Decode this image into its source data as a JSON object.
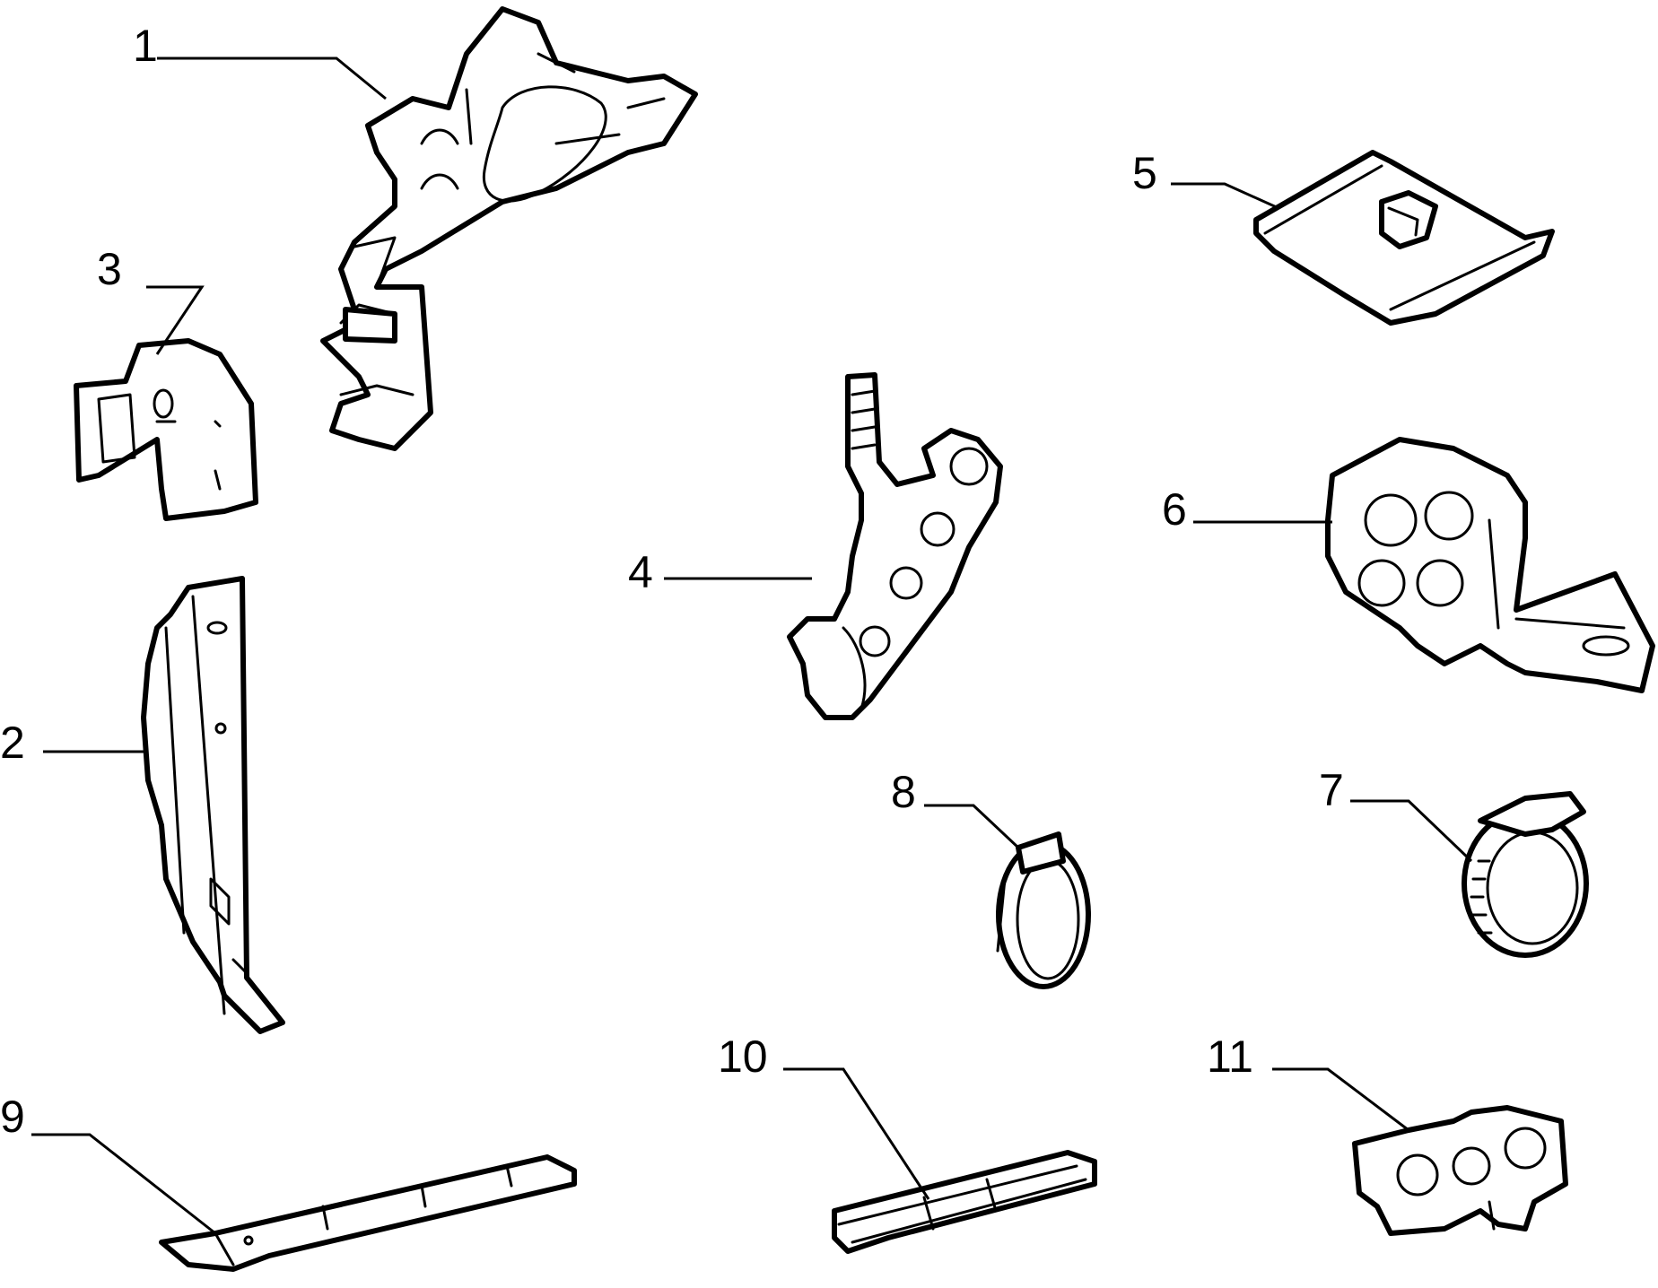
{
  "callouts": [
    "1",
    "2",
    "3",
    "4",
    "5",
    "6",
    "7",
    "8",
    "9",
    "10",
    "11"
  ]
}
